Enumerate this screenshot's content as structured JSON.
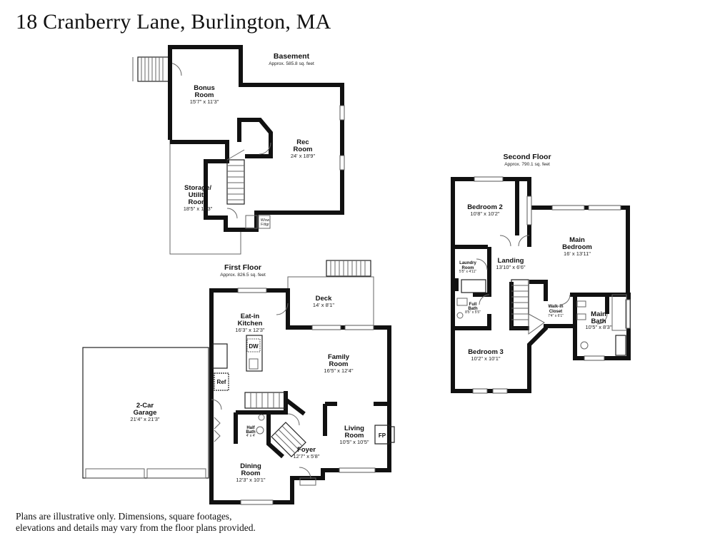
{
  "title": "18 Cranberry Lane, Burlington, MA",
  "disclaimer_line1": "Plans are illustrative only. Dimensions, square footages,",
  "disclaimer_line2": "elevations and details may vary from the floor plans provided.",
  "floors": {
    "basement": {
      "name": "Basement",
      "area": "Approx. 585.8 sq. feet"
    },
    "first": {
      "name": "First Floor",
      "area": "Approx. 826.5 sq. feet"
    },
    "second": {
      "name": "Second Floor",
      "area": "Approx. 790.1 sq. feet"
    }
  },
  "rooms": {
    "bonus": {
      "name1": "Bonus",
      "name2": "Room",
      "dims": "15'7\" x 11'3\""
    },
    "rec": {
      "name1": "Rec",
      "name2": "Room",
      "dims": "24' x 18'9\""
    },
    "storage": {
      "name1": "Storage/",
      "name2": "Utility",
      "name3": "Room",
      "dims": "18'5\" x 11'3\""
    },
    "washer": {
      "name1": "W/sw",
      "name2": "F/dgr"
    },
    "deck": {
      "name": "Deck",
      "dims": "14' x 8'1\""
    },
    "kitchen": {
      "name1": "Eat-in",
      "name2": "Kitchen",
      "dims": "16'3\" x 12'3\""
    },
    "family": {
      "name1": "Family",
      "name2": "Room",
      "dims": "16'5\" x 12'4\""
    },
    "garage": {
      "name1": "2-Car",
      "name2": "Garage",
      "dims": "21'4\" x 21'3\""
    },
    "halfbath": {
      "name1": "Half",
      "name2": "Bath",
      "dims": "4' x 4'"
    },
    "living": {
      "name1": "Living",
      "name2": "Room",
      "dims": "10'5\" x 10'5\""
    },
    "foyer": {
      "name": "Foyer",
      "dims": "12'7\" x 5'8\""
    },
    "dining": {
      "name1": "Dining",
      "name2": "Room",
      "dims": "12'3\" x 10'1\""
    },
    "bedroom2": {
      "name": "Bedroom 2",
      "dims": "10'8\" x 10'2\""
    },
    "mainbed": {
      "name1": "Main",
      "name2": "Bedroom",
      "dims": "16' x 13'11\""
    },
    "landing": {
      "name": "Landing",
      "dims": "13'10\" x 6'6\""
    },
    "laundry": {
      "name1": "Laundry",
      "name2": "Room",
      "dims": "5'5\" x 4'11\""
    },
    "fullbath": {
      "name1": "Full",
      "name2": "Bath",
      "dims": "8'5\" x 5'5\""
    },
    "walkin": {
      "name1": "Walk-in",
      "name2": "Closet",
      "dims": "7'4\" x 6'1\""
    },
    "mainbath": {
      "name1": "Main",
      "name2": "Bath",
      "dims": "10'5\" x 8'3\""
    },
    "bedroom3": {
      "name": "Bedroom 3",
      "dims": "10'2\" x 10'1\""
    }
  },
  "fixtures": {
    "dw": "DW",
    "ref": "Ref",
    "fp": "FP"
  }
}
